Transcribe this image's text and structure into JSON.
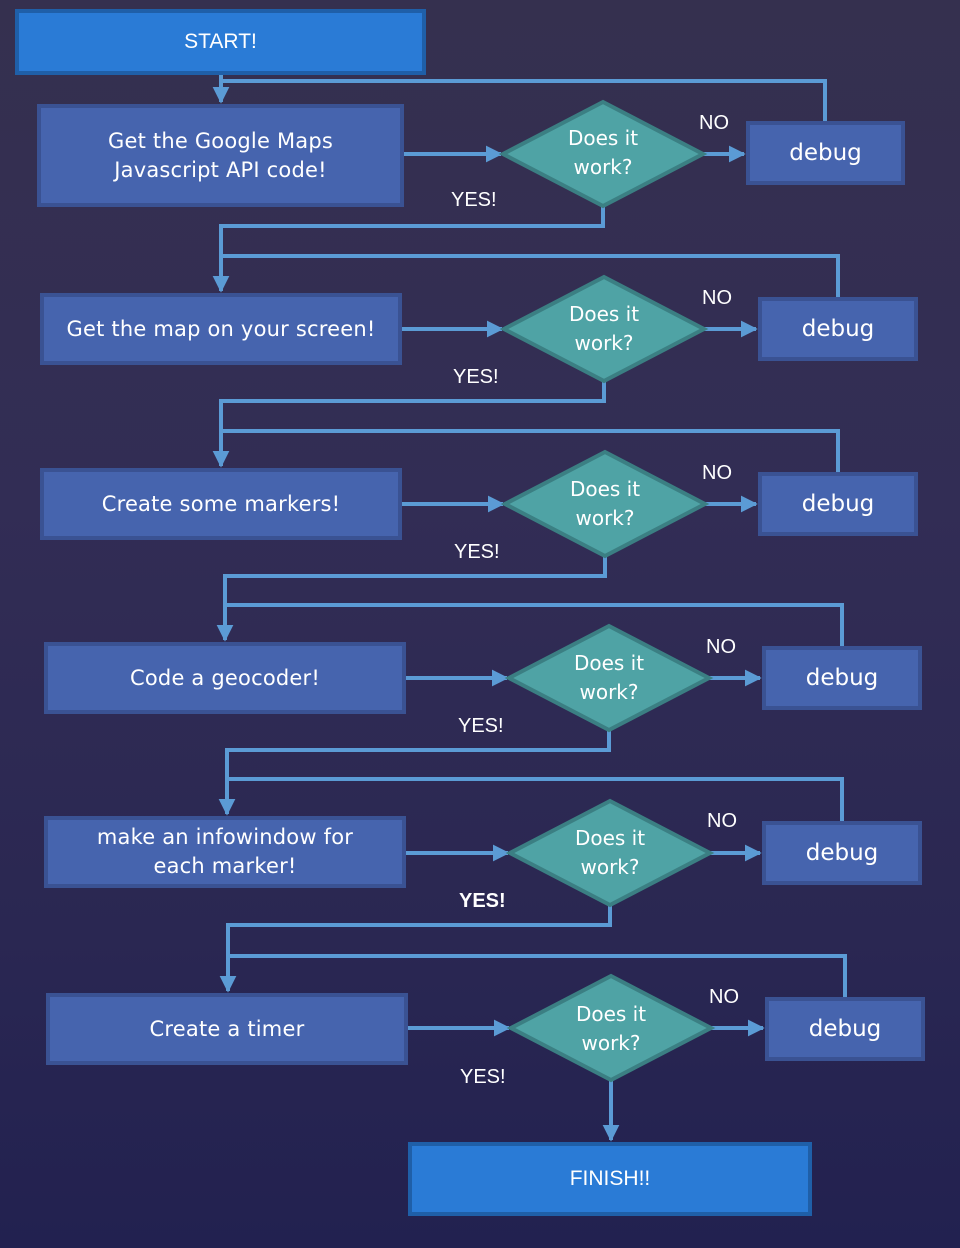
{
  "colors": {
    "terminal_fill": "#2a7bd6",
    "step_fill": "#4664ae",
    "decision_fill": "#4fa3a5",
    "decision_border": "#3b7f83",
    "connector": "#5b9bd5"
  },
  "start": {
    "label": "START!"
  },
  "finish": {
    "label": "FINISH!!"
  },
  "steps": [
    {
      "label": "Get the Google Maps Javascript API code!",
      "decision": "Does it work?",
      "no_label": "NO",
      "yes_label": "YES!",
      "debug_label": "debug"
    },
    {
      "label": "Get the map on your screen!",
      "decision": "Does it work?",
      "no_label": "NO",
      "yes_label": "YES!",
      "debug_label": "debug"
    },
    {
      "label": "Create some markers!",
      "decision": "Does it work?",
      "no_label": "NO",
      "yes_label": "YES!",
      "debug_label": "debug"
    },
    {
      "label": "Code a geocoder!",
      "decision": "Does it work?",
      "no_label": "NO",
      "yes_label": "YES!",
      "debug_label": "debug"
    },
    {
      "label": "make an infowindow for each marker!",
      "decision": "Does it work?",
      "no_label": "NO",
      "yes_label": "YES!",
      "debug_label": "debug"
    },
    {
      "label": "Create a timer",
      "decision": "Does it work?",
      "no_label": "NO",
      "yes_label": "YES!",
      "debug_label": "debug"
    }
  ]
}
